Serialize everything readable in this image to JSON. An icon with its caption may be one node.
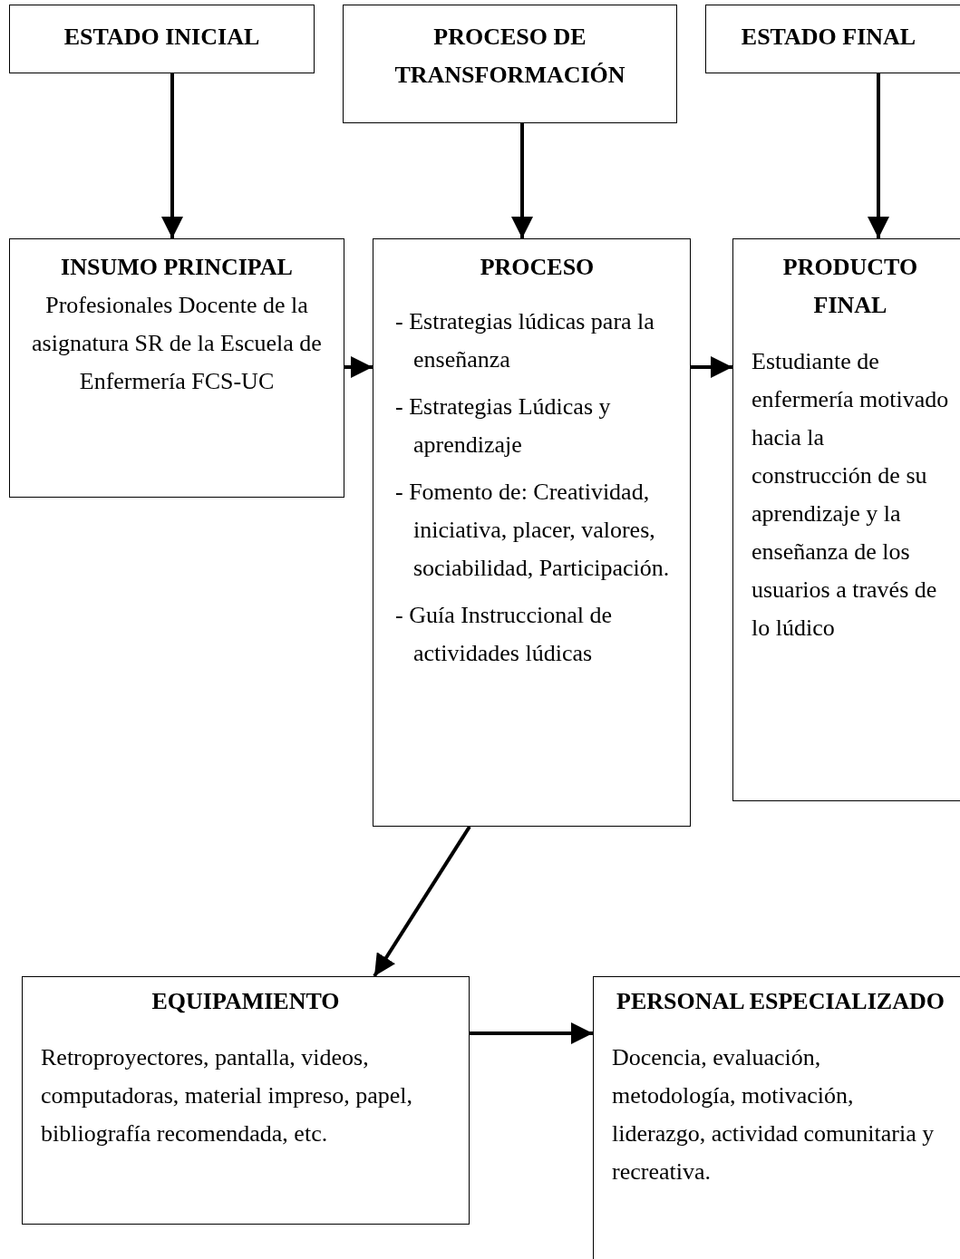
{
  "diagram": {
    "nodes": [
      {
        "text": [
          "ESTADO INICIAL"
        ]
      },
      {
        "text": [
          "PROCESO DE TRANSFORMACIÓN"
        ]
      },
      {
        "text": [
          "ESTADO FINAL"
        ]
      },
      {
        "text": [
          "INSUMO PRINCIPAL",
          "Profesionales Docente de la asignatura SR de la Escuela de Enfermería FCS-UC"
        ]
      },
      {
        "text": [
          "PROCESO",
          "- Estrategias lúdicas para la enseñanza",
          "- Estrategias Lúdicas y aprendizaje",
          "- Fomento de: Creatividad, iniciativa, placer, valores, sociabilidad, Participación.",
          "- Guía Instruccional de actividades lúdicas"
        ]
      },
      {
        "text": [
          "PRODUCTO FINAL",
          "Estudiante de enfermería motivado hacia la construcción de su aprendizaje y la enseñanza de los usuarios a través de lo lúdico"
        ]
      },
      {
        "text": [
          "EQUIPAMIENTO",
          "Retroproyectores, pantalla, videos, computadoras, material impreso, papel, bibliografía recomendada, etc."
        ]
      },
      {
        "text": [
          "PERSONAL ESPECIALIZADO",
          "Docencia, evaluación, metodología, motivación, liderazgo, actividad comunitaria y recreativa."
        ]
      }
    ],
    "edges": [
      {
        "from": 0,
        "to": 3,
        "arrow": "to"
      },
      {
        "from": 1,
        "to": 4,
        "arrow": "to"
      },
      {
        "from": 2,
        "to": 5,
        "arrow": "to"
      },
      {
        "from": 3,
        "to": 4,
        "arrow": "to"
      },
      {
        "from": 4,
        "to": 5,
        "arrow": "to"
      },
      {
        "from": 4,
        "to": 6,
        "arrow": "to"
      },
      {
        "from": 6,
        "to": 7,
        "arrow": "to"
      }
    ]
  }
}
